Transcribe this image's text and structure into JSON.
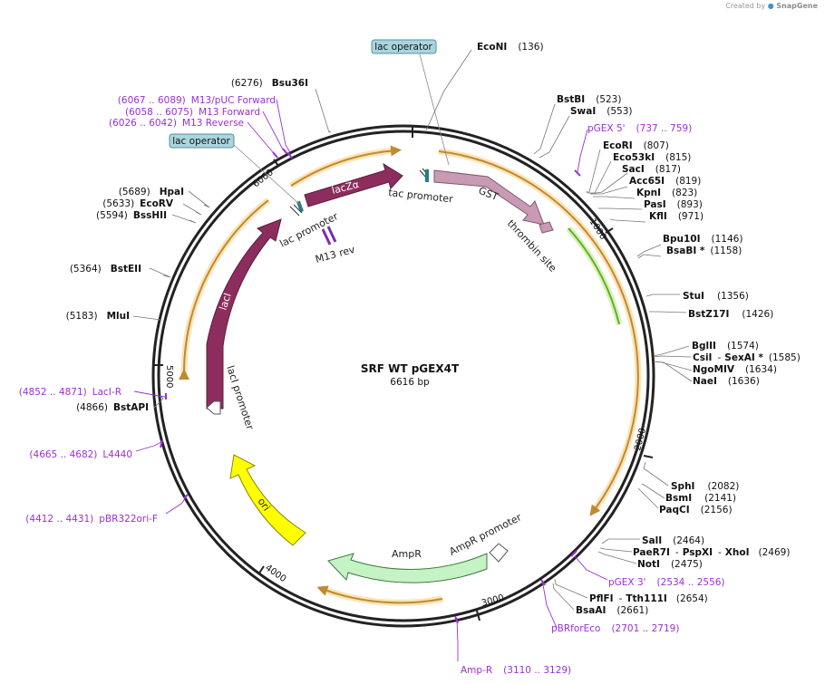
{
  "credit": {
    "prefix": "Created by",
    "brand": "SnapGene"
  },
  "plasmid": {
    "name": "SRF WT pGEX4T",
    "length_label": "6616 bp",
    "length": 6616
  },
  "ticks": [
    "1000",
    "2000",
    "3000",
    "4000",
    "5000",
    "6000"
  ],
  "operators": [
    "lac operator",
    "lac operator"
  ],
  "features": {
    "lacZa": "lacZα",
    "gst": "GST",
    "laci": "lacI",
    "ori": "ori",
    "ampr": "AmpR",
    "tac_promoter": "tac promoter",
    "lac_promoter": "lac promoter",
    "m13_rev": "M13 rev",
    "thrombin": "thrombin site",
    "laci_promoter": "lacI promoter",
    "ampr_promoter": "AmpR promoter"
  },
  "sites": [
    {
      "id": "econi",
      "name": "EcoNI",
      "pos": "(136)"
    },
    {
      "id": "bstbi",
      "name": "BstBI",
      "pos": "(523)"
    },
    {
      "id": "swai",
      "name": "SwaI",
      "pos": "(553)"
    },
    {
      "id": "ecori",
      "name": "EcoRI",
      "pos": "(807)"
    },
    {
      "id": "eco53ki",
      "name": "Eco53kI",
      "pos": "(815)"
    },
    {
      "id": "saci",
      "name": "SacI",
      "pos": "(817)"
    },
    {
      "id": "acc65i",
      "name": "Acc65I",
      "pos": "(819)"
    },
    {
      "id": "kpni",
      "name": "KpnI",
      "pos": "(823)"
    },
    {
      "id": "pasi",
      "name": "PasI",
      "pos": "(893)"
    },
    {
      "id": "kfli",
      "name": "KflI",
      "pos": "(971)"
    },
    {
      "id": "bpu10i",
      "name": "Bpu10I",
      "pos": "(1146)"
    },
    {
      "id": "bsabi",
      "name": "BsaBI *",
      "pos": "(1158)"
    },
    {
      "id": "stui",
      "name": "StuI",
      "pos": "(1356)"
    },
    {
      "id": "bstz17i",
      "name": "BstZ17I",
      "pos": "(1426)"
    },
    {
      "id": "bglii",
      "name": "BglII",
      "pos": "(1574)"
    },
    {
      "id": "csii",
      "name": "CsiI",
      "sep": "-",
      "name2": "SexAI *",
      "pos": "(1585)"
    },
    {
      "id": "ngomiv",
      "name": "NgoMIV",
      "pos": "(1634)"
    },
    {
      "id": "naei",
      "name": "NaeI",
      "pos": "(1636)"
    },
    {
      "id": "sphi",
      "name": "SphI",
      "pos": "(2082)"
    },
    {
      "id": "bsmi",
      "name": "BsmI",
      "pos": "(2141)"
    },
    {
      "id": "paqci",
      "name": "PaqCI",
      "pos": "(2156)"
    },
    {
      "id": "sali",
      "name": "SalI",
      "pos": "(2464)"
    },
    {
      "id": "pae",
      "name": "PaeR7I",
      "sep": "-",
      "name2": "PspXI",
      "sep2": "-",
      "name3": "XhoI",
      "pos": "(2469)"
    },
    {
      "id": "noti",
      "name": "NotI",
      "pos": "(2475)"
    },
    {
      "id": "pflfi",
      "name": "PflFI",
      "sep": "-",
      "name2": "Tth111I",
      "pos": "(2654)"
    },
    {
      "id": "bsaai",
      "name": "BsaAI",
      "pos": "(2661)"
    },
    {
      "id": "bstapi",
      "name": "BstAPI",
      "pos": "(4866)"
    },
    {
      "id": "mlui",
      "name": "MluI",
      "pos": "(5183)"
    },
    {
      "id": "bsteii",
      "name": "BstEII",
      "pos": "(5364)"
    },
    {
      "id": "bsshii",
      "name": "BssHII",
      "pos": "(5594)"
    },
    {
      "id": "ecorv",
      "name": "EcoRV",
      "pos": "(5633)"
    },
    {
      "id": "hpai",
      "name": "HpaI",
      "pos": "(5689)"
    },
    {
      "id": "bsu36i",
      "name": "Bsu36I",
      "pos": "(6276)"
    }
  ],
  "primers": [
    {
      "id": "pgex5",
      "name": "pGEX 5'",
      "range": "(737 .. 759)"
    },
    {
      "id": "pgex3",
      "name": "pGEX 3'",
      "range": "(2534 .. 2556)"
    },
    {
      "id": "pbrfor",
      "name": "pBRforEco",
      "range": "(2701 .. 2719)"
    },
    {
      "id": "ampr-r",
      "name": "Amp-R",
      "range": "(3110 .. 3129)"
    },
    {
      "id": "pbr322",
      "name": "pBR322ori-F",
      "range": "(4412 .. 4431)"
    },
    {
      "id": "l4440",
      "name": "L4440",
      "range": "(4665 .. 4682)"
    },
    {
      "id": "laci-r",
      "name": "LacI-R",
      "range": "(4852 .. 4871)"
    },
    {
      "id": "m13rev",
      "name": "M13 Reverse",
      "range": "(6026 .. 6042)"
    },
    {
      "id": "m13fwd",
      "name": "M13 Forward",
      "range": "(6058 .. 6075)"
    },
    {
      "id": "m13puc",
      "name": "M13/pUC Forward",
      "range": "(6067 .. 6089)"
    }
  ],
  "colors": {
    "laci": "#8c2d5e",
    "lacza": "#8c2d5e",
    "gst": "#c99ab3",
    "ori": "#ffff00",
    "ampr": "#c6f3c6",
    "orange": "#f3a335",
    "orange_halo": "#fbe3b6",
    "green": "#5fb21c",
    "green_halo": "#d9f0bd",
    "primer": "#9b30d6",
    "operator_box": "#a9d5e0",
    "operator_teal": "#247d86"
  }
}
